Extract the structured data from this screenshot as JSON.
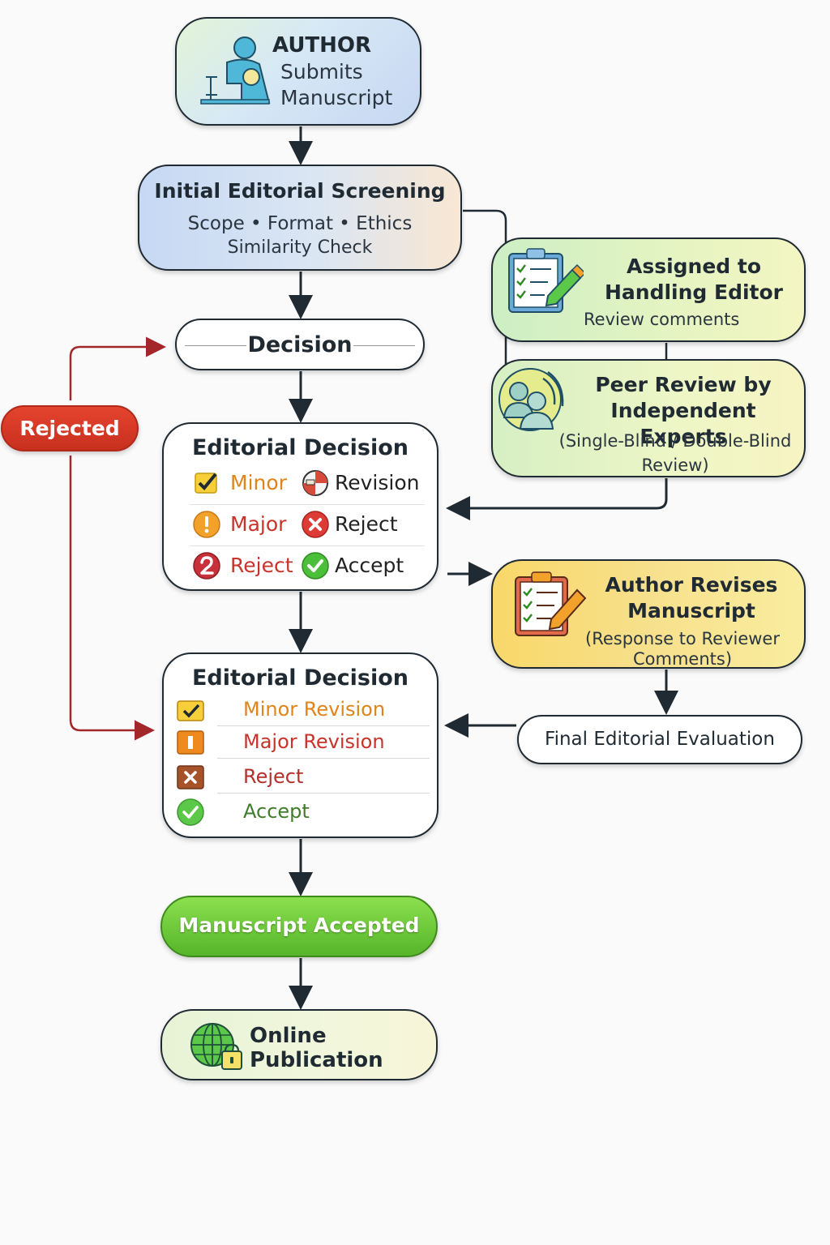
{
  "author": {
    "title": "AUTHOR",
    "line2": "Submits",
    "line3": "Manuscript"
  },
  "screening": {
    "title": "Initial Editorial Screening",
    "line2": "Scope • Format • Ethics",
    "line3": "Similarity Check"
  },
  "decision": {
    "label": "Decision"
  },
  "rejected": {
    "label": "Rejected"
  },
  "editorial1": {
    "title": "Editorial Decision",
    "rows": [
      {
        "left": "Minor",
        "right": "Revision"
      },
      {
        "left": "Major",
        "right": "Reject"
      },
      {
        "left": "Reject",
        "right": "Accept"
      }
    ]
  },
  "editorial2": {
    "title": "Editorial Decision",
    "rows": [
      "Minor Revision",
      "Major Revision",
      "Reject",
      "Accept"
    ]
  },
  "assigned": {
    "title": "Assigned to Handling Editor",
    "sub": "Review comments"
  },
  "peer": {
    "title": "Peer Review by Independent Experts",
    "sub": "(Single-Blind / Double-Blind Review)"
  },
  "revises": {
    "title": "Author Revises Manuscript",
    "sub": "(Response to Reviewer Comments)"
  },
  "final": {
    "label": "Final Editorial Evaluation"
  },
  "accepted": {
    "label": "Manuscript Accepted"
  },
  "publication": {
    "label": "Online Publication"
  },
  "colors": {
    "arrow": "#1f2a33",
    "reject_arrow": "#a3262a",
    "minor": "#e0841a",
    "major": "#c9342a",
    "reject": "#b5302a",
    "accept": "#3f7d2a"
  }
}
